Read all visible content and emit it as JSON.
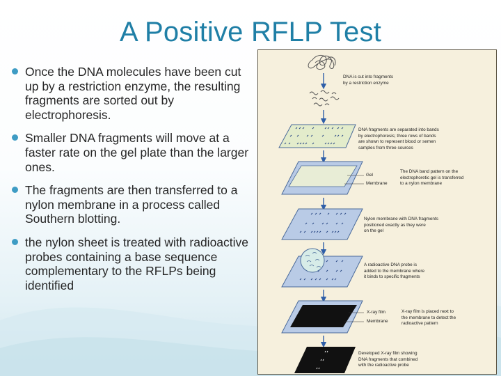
{
  "title": "A Positive RFLP Test",
  "bullets": [
    "Once the DNA molecules have been cut up by a restriction enzyme, the resulting fragments are sorted out by electrophoresis.",
    "Smaller DNA fragments will move at a faster rate on the gel plate than the larger ones.",
    "The fragments are then transferred to a nylon membrane in a process called Southern blotting.",
    "the nylon sheet is treated with radioactive probes containing a base sequence complementary to the RFLPs being identified"
  ],
  "figure": {
    "step1_caption": "DNA is cut into fragments\nby a restriction enzyme",
    "step2_caption": "DNA fragments are separated into bands\nby electrophoresis; three rows of bands\nare shown to represent blood or semen\nsamples from three sources",
    "step3_label_gel": "Gel",
    "step3_label_membrane": "Membrane",
    "step3_caption": "The DNA band pattern on the\nelectrophoretic gel is transferred\nto a nylon membrane",
    "step4_caption": "Nylon membrane with DNA fragments\npositioned exactly as they were\non the gel",
    "step5_caption": "A radioactive DNA probe is\nadded to the membrane where\nit binds to specific fragments",
    "step6_label_film": "X-ray film",
    "step6_label_membrane": "Membrane",
    "step6_caption": "X-ray film is placed next to\nthe membrane to detect the\nradioactive pattern",
    "step7_caption": "Developed X-ray film showing\nDNA fragments that combined\nwith the radioactive probe"
  },
  "colors": {
    "title": "#1f7fa6",
    "bullet": "#3e9cc4",
    "figure_bg": "#f6f0dd",
    "plate_blue": "#b9cbe6",
    "gel_green": "#e3eccb",
    "film_black": "#111111",
    "arrow_blue": "#2f5fa8"
  }
}
